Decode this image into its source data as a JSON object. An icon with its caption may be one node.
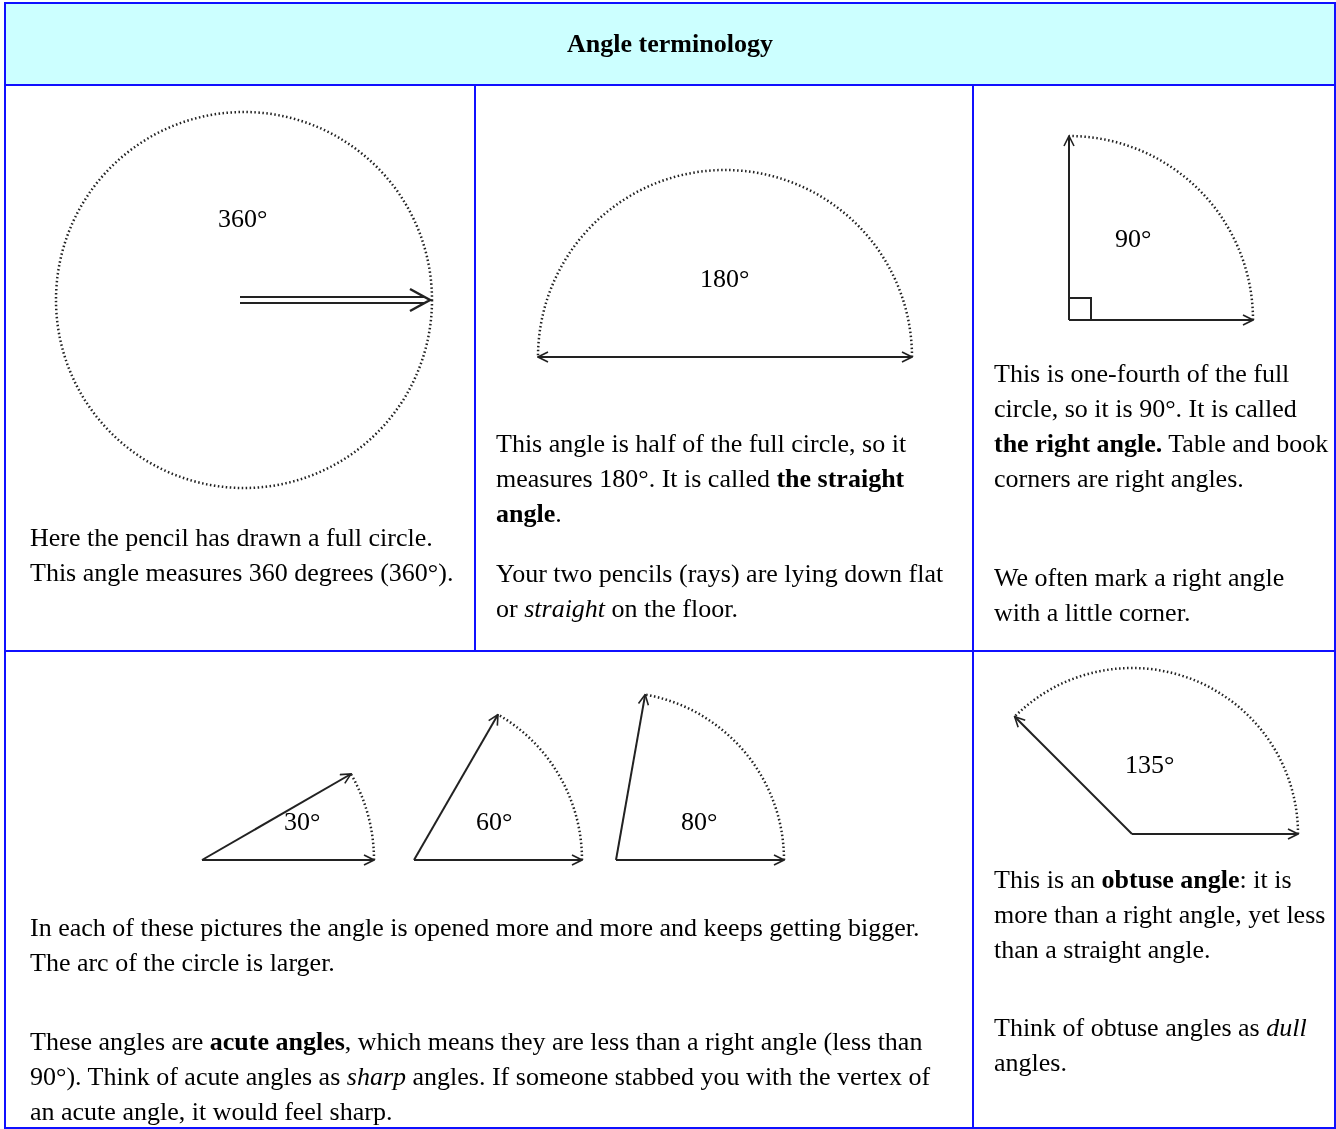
{
  "diagram": {
    "title": "Angle terminology",
    "nodes": [
      {
        "text": [
          "360°",
          "Here the pencil has drawn a full circle. This angle measures 360 degrees (360°)."
        ]
      },
      {
        "text": [
          "180°",
          "This angle is half of the full circle, so it measures 180°. It is called **the straight angle**.",
          "Your two pencils (rays) are lying down flat or *straight* on the floor."
        ]
      },
      {
        "text": [
          "90°",
          "This is one-fourth of the full circle, so it is 90°. It is called **the right angle.** Table and book corners are right angles.",
          "We often mark a right angle with a little corner."
        ]
      },
      {
        "text": [
          "30°",
          "60°",
          "80°",
          "In each of these pictures the angle is opened more and more and keeps getting bigger. The arc of the circle is larger.",
          "These angles are **acute angles**, which means they are less than a right angle (less than 90°). Think of acute angles as *sharp* angles. If someone stabbed you with the vertex of an acute angle, it would feel sharp."
        ]
      },
      {
        "text": [
          "135°",
          "This is an **obtuse angle**: it is more than a right angle, yet less than a straight angle.",
          "Think of obtuse angles as *dull* angles."
        ]
      }
    ]
  }
}
